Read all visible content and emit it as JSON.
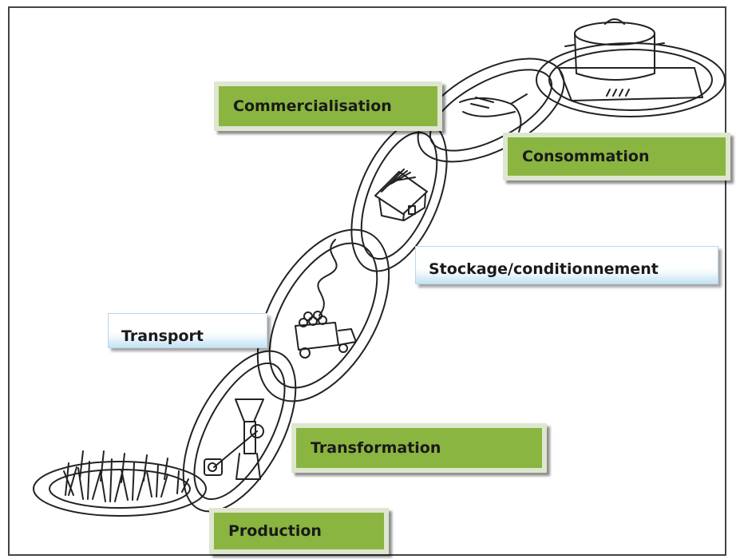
{
  "labels": {
    "commercialisation": "Commercialisation",
    "consommation": "Consommation",
    "stockage": "Stockage/conditionnement",
    "transport": "Transport",
    "transformation": "Transformation",
    "production": "Production"
  },
  "colors": {
    "green_box": "#8ab540",
    "blue_box_shade": "#bfe0f4",
    "ink": "#222222"
  },
  "icons": [
    "rice-field-icon",
    "mill-icon",
    "truck-icon",
    "warehouse-icon",
    "hands-exchange-icon",
    "cooking-pot-icon"
  ]
}
